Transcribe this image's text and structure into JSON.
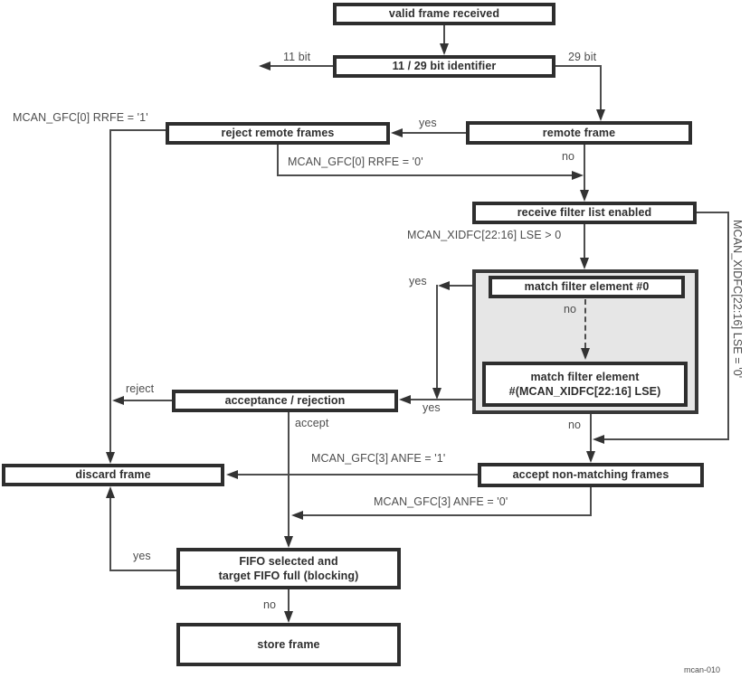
{
  "diagram": {
    "watermark": "mcan-010",
    "colors": {
      "line": "#4d4d4d",
      "box_border": "#2e2e2e",
      "box_text": "#2e2e2e",
      "label_text": "#4d4d4d",
      "container_fill": "#e6e6e6"
    },
    "nodes": {
      "valid_frame": {
        "label": "valid frame received"
      },
      "identifier": {
        "label": "11 / 29 bit identifier"
      },
      "reject_remote": {
        "label": "reject remote frames"
      },
      "remote_frame": {
        "label": "remote frame"
      },
      "filter_list": {
        "label": "receive filter list enabled"
      },
      "match0": {
        "label": "match filter element #0"
      },
      "matchN": {
        "lines": [
          "match filter element",
          "#(MCAN_XIDFC[22:16] LSE)"
        ]
      },
      "acceptance": {
        "label": "acceptance / rejection"
      },
      "discard": {
        "label": "discard frame"
      },
      "accept_nonmatch": {
        "label": "accept non-matching frames"
      },
      "fifo": {
        "lines": [
          "FIFO selected and",
          "target FIFO full (blocking)"
        ]
      },
      "store": {
        "label": "store frame"
      }
    },
    "edge_labels": {
      "bit11": "11 bit",
      "bit29": "29 bit",
      "rrfe1": "MCAN_GFC[0] RRFE = '1'",
      "rrfe0": "MCAN_GFC[0] RRFE = '0'",
      "yes_remote": "yes",
      "no_remote": "no",
      "lse_gt0": "MCAN_XIDFC[22:16] LSE > 0",
      "lse_eq0": "MCAN_XIDFC[22:16] LSE = '0'",
      "yes_match0": "yes",
      "no_match0": "no",
      "yes_matchN": "yes",
      "no_container": "no",
      "reject": "reject",
      "accept": "accept",
      "anfe1": "MCAN_GFC[3] ANFE = '1'",
      "anfe0": "MCAN_GFC[3] ANFE = '0'",
      "yes_fifo": "yes",
      "no_fifo": "no"
    }
  }
}
